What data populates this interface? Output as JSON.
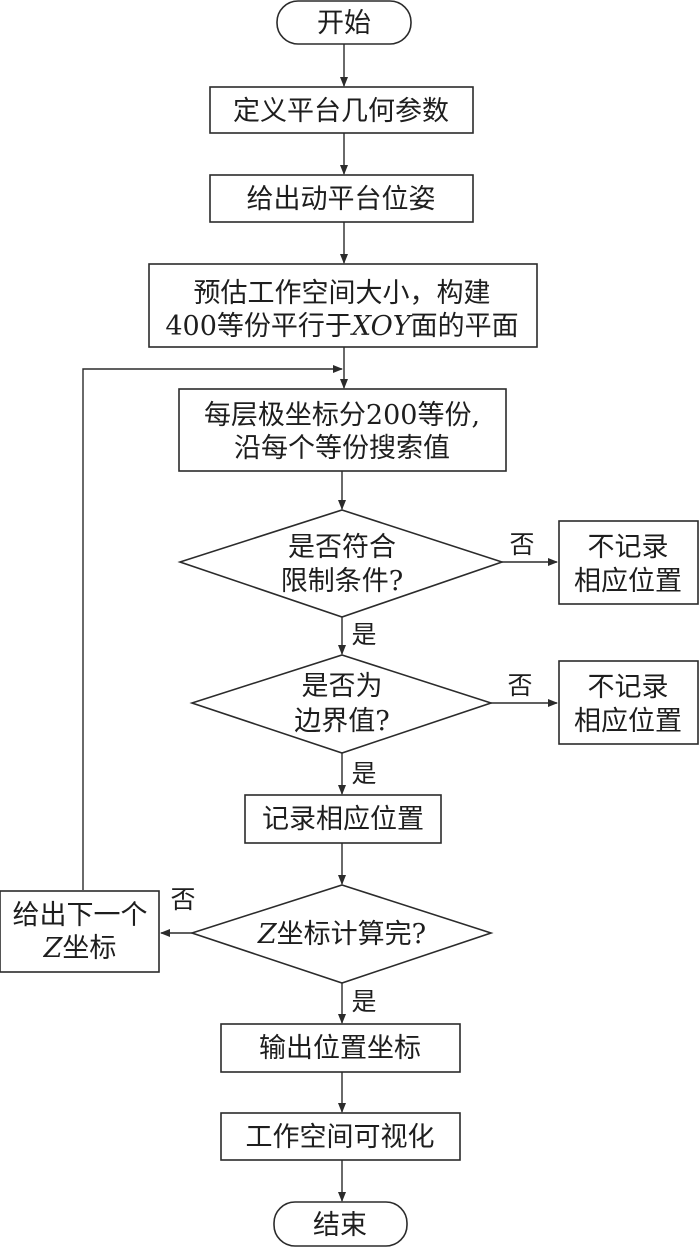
{
  "flowchart": {
    "start": "开始",
    "define_params": "定义平台几何参数",
    "give_pose": "给出动平台位姿",
    "estimate_line1": "预估工作空间大小，构建",
    "estimate_line2_prefix": "400等份平行于",
    "estimate_line2_italic": "XOY",
    "estimate_line2_suffix": "面的平面",
    "polar_line1": "每层极坐标分200等份,",
    "polar_line2": "沿每个等份搜索值",
    "decision1_line1": "是否符合",
    "decision1_line2": "限制条件?",
    "decision2_line1": "是否为",
    "decision2_line2": "边界值?",
    "no_record1_line1": "不记录",
    "no_record1_line2": "相应位置",
    "no_record2_line1": "不记录",
    "no_record2_line2": "相应位置",
    "record_position": "记录相应位置",
    "decision3_italic": "Z",
    "decision3_suffix": "坐标计算完?",
    "next_z_line1": "给出下一个",
    "next_z_line2_italic": "Z",
    "next_z_line2_suffix": "坐标",
    "output_coords": "输出位置坐标",
    "visualize": "工作空间可视化",
    "end": "结束",
    "label_yes": "是",
    "label_no": "否"
  }
}
